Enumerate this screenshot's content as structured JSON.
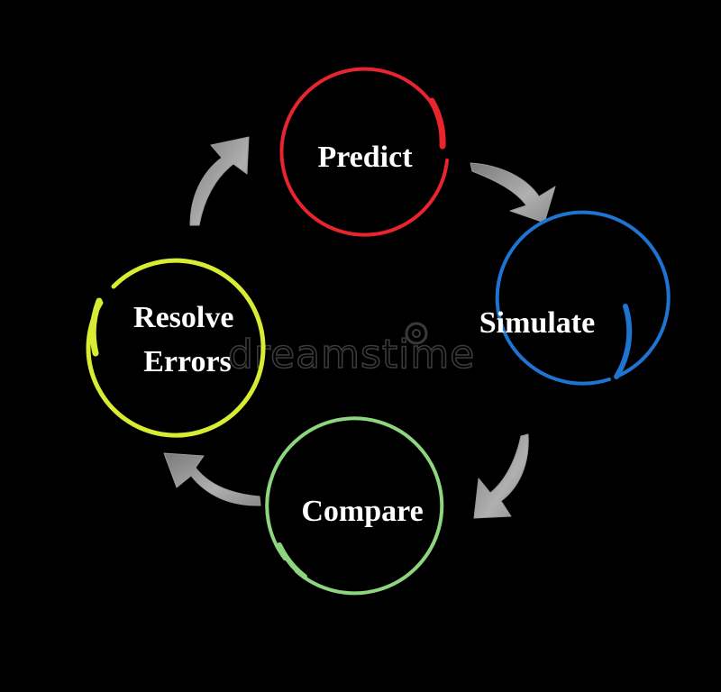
{
  "diagram": {
    "type": "cycle",
    "nodes": [
      {
        "id": "predict",
        "label": "Predict",
        "color": "#e8252f"
      },
      {
        "id": "simulate",
        "label": "Simulate",
        "color": "#1f74d1"
      },
      {
        "id": "compare",
        "label": "Compare",
        "color": "#8ed580"
      },
      {
        "id": "resolve",
        "label_lines": [
          "Resolve",
          "Errors"
        ],
        "color": "#d7ec32"
      }
    ],
    "edges": [
      {
        "from": "predict",
        "to": "simulate"
      },
      {
        "from": "simulate",
        "to": "compare"
      },
      {
        "from": "compare",
        "to": "resolve"
      },
      {
        "from": "resolve",
        "to": "predict"
      }
    ],
    "arrow_color": "#9a9a9a",
    "background": "#000000"
  },
  "watermark": {
    "text": "dreamstime"
  }
}
